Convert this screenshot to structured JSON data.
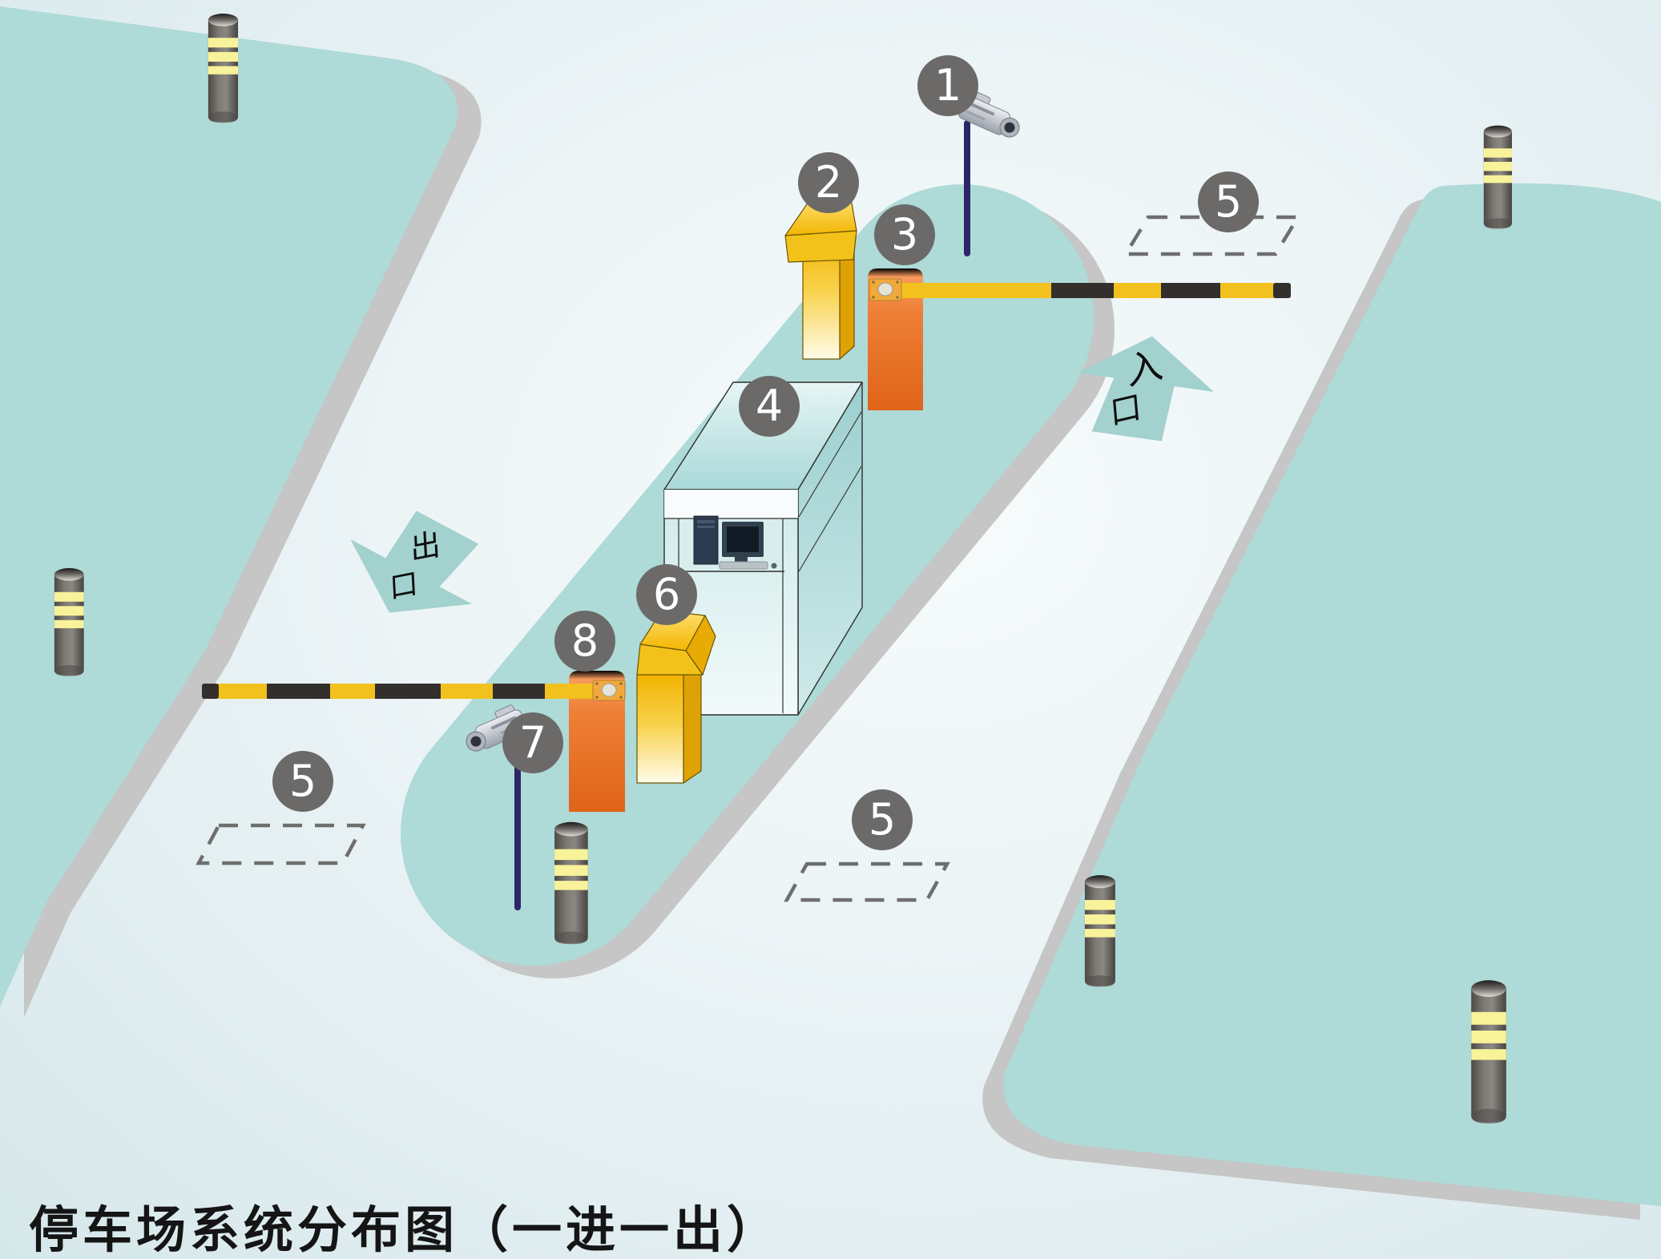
{
  "title": "停车场系统分布图（一进一出）",
  "markers": {
    "m1": "1",
    "m2": "2",
    "m3": "3",
    "m4": "4",
    "m5": "5",
    "m6": "6",
    "m7": "7",
    "m8": "8"
  },
  "arrows": {
    "entrance": {
      "char1": "入",
      "char2": "口"
    },
    "exit": {
      "char1": "出",
      "char2": "口"
    }
  },
  "colors": {
    "parking_area_teal": "#aedad7",
    "shadow_gray": "#c5c6c5",
    "arrow_teal": "#a2d1ce",
    "marker_gray": "#6b6a69",
    "dashed_space_gray": "#6e6e6e",
    "barrier_arm_yellow": "#f2c11d",
    "barrier_arm_black": "#332f2d",
    "barrier_body_orange": "#ec7527",
    "machine_gold": "#f4ba00",
    "booth_teal": "#c2e2e2",
    "bollard_gray": "#6e6b68",
    "bollard_stripe_yellow": "#f8f39a",
    "camera_pole_navy": "#2c2668",
    "title_black": "#151515"
  }
}
